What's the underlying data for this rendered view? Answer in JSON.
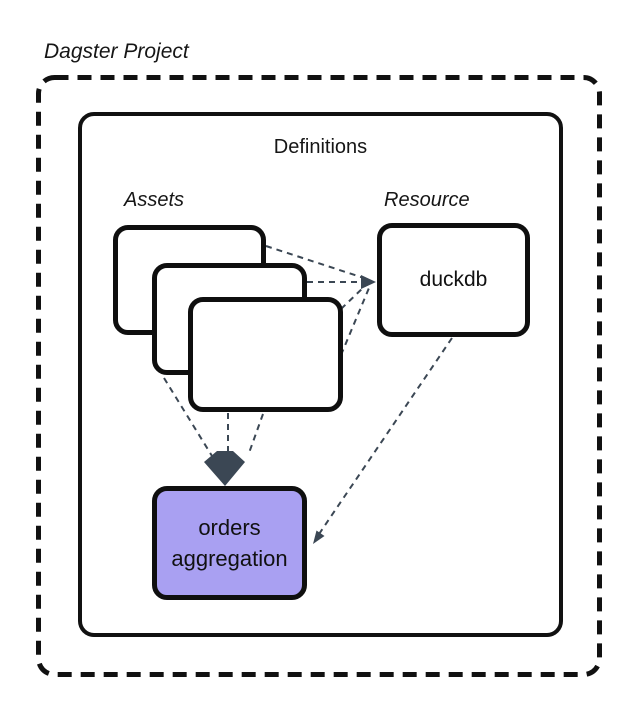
{
  "diagram": {
    "title": "Dagster Project",
    "container_label": "Definitions",
    "groups": {
      "assets_label": "Assets",
      "resource_label": "Resource"
    },
    "nodes": {
      "resource": "duckdb",
      "asset": "orders aggregation"
    },
    "asset_stack_count": 3
  },
  "colors": {
    "outline": "#111111",
    "asset_node_fill": "#a9a0f2",
    "connector": "#3b4754",
    "background": "#ffffff"
  }
}
